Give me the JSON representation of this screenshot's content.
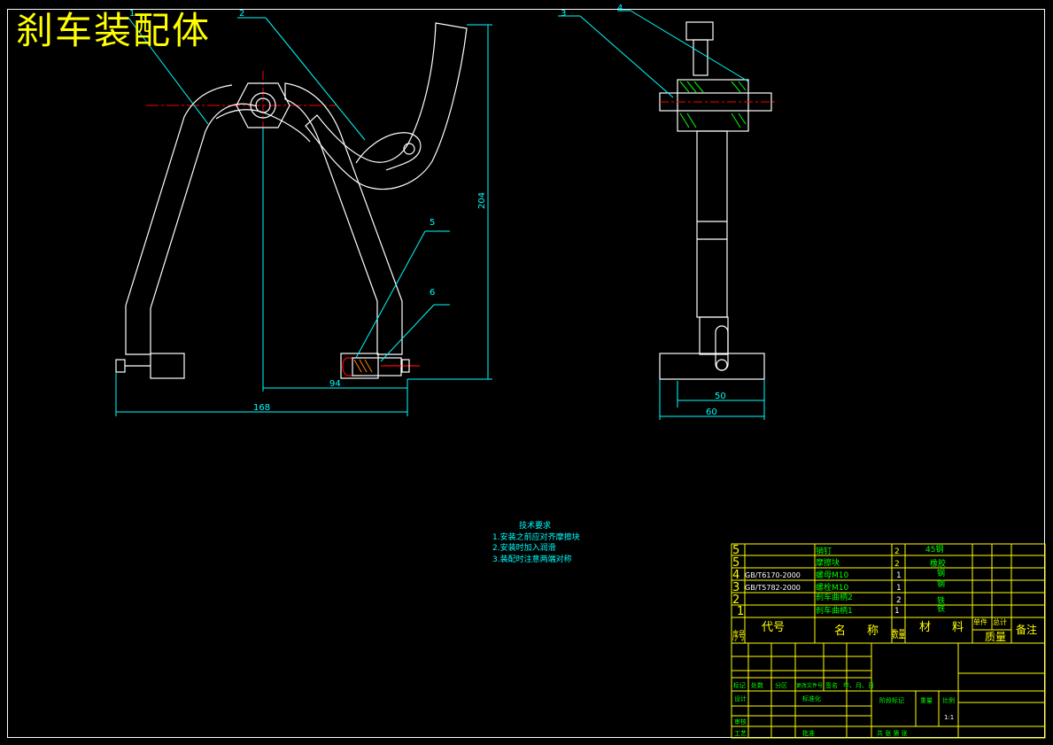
{
  "title": "刹车装配体",
  "balloons": [
    "1",
    "2",
    "3",
    "4",
    "5",
    "6"
  ],
  "dimensions": {
    "height": "204",
    "span": "94",
    "width": "168",
    "inner": "50",
    "outer": "60"
  },
  "notes": {
    "heading": "技术要求",
    "lines": [
      "1.安装之前应对齐摩擦块",
      "2.安装时加入润滑",
      "3.装配时注意两端对称"
    ]
  },
  "bom": {
    "rows": [
      {
        "no": "5",
        "code": "",
        "name": "销钉",
        "qty": "2",
        "material": "45钢"
      },
      {
        "no": "5",
        "code": "",
        "name": "摩擦块",
        "qty": "2",
        "material": "橡胶"
      },
      {
        "no": "4",
        "code": "GB/T6170-2000",
        "name": "螺母M10",
        "qty": "1",
        "material": "钢"
      },
      {
        "no": "3",
        "code": "GB/T5782-2000",
        "name": "螺栓M10",
        "qty": "1",
        "material": "钢"
      },
      {
        "no": "2",
        "code": "",
        "name": "刹车曲柄2",
        "qty": "2",
        "material": "铁"
      },
      {
        "no": "1",
        "code": "",
        "name": "刹车曲柄1",
        "qty": "1",
        "material": "铁"
      }
    ],
    "header": {
      "no": "序号",
      "code": "代号",
      "name": "名称",
      "qty": "数量",
      "material": "材料",
      "unit_weight": "单件",
      "total_weight": "总计",
      "weight": "质量",
      "remark": "备注"
    }
  },
  "title_block": {
    "labels": {
      "mark": "标记",
      "count": "处数",
      "zone": "分区",
      "change_doc": "更改文件号",
      "sign": "签名",
      "date": "年、月、日",
      "design": "设计",
      "standard": "标准化",
      "review": "审核",
      "process": "工艺",
      "approve": "批准",
      "stage_mark": "阶段标记",
      "weight": "重量",
      "scale": "比例",
      "sheets": "共  张  第  张"
    },
    "scale_value": "1:1"
  },
  "colors": {
    "part": "#ffffff",
    "dim": "#00ffff",
    "leader": "#00ffff",
    "center": "#ff0000",
    "hatch": "#00ff00",
    "text": "#00ffff",
    "title": "#ffff00",
    "table": "#ffff00",
    "tabletext": "#00ff00"
  }
}
